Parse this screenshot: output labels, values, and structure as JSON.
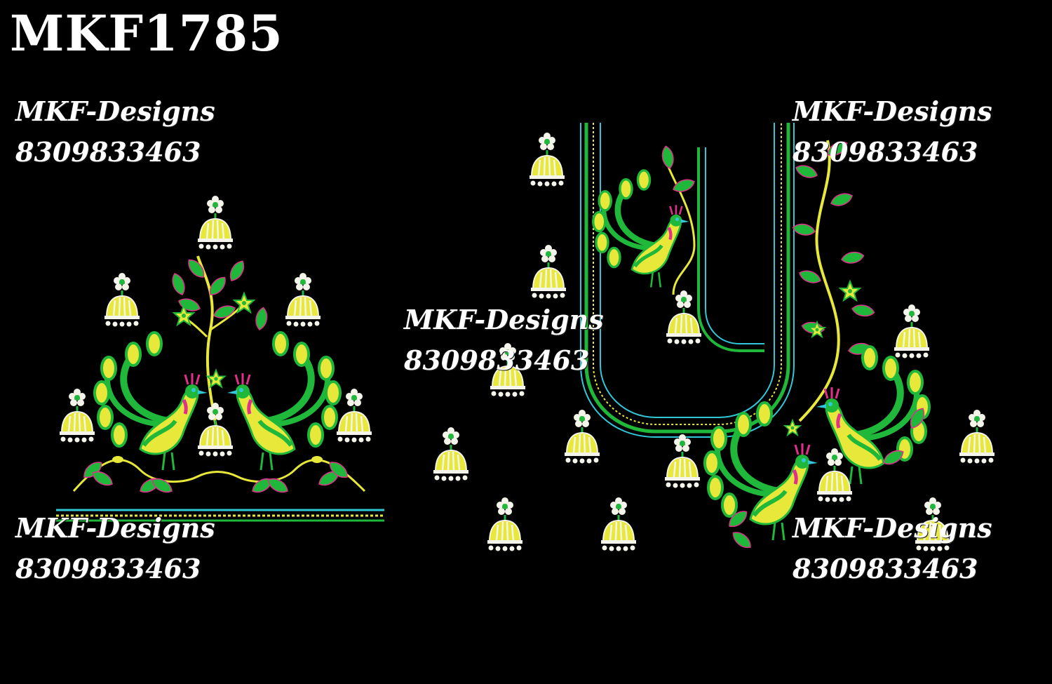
{
  "design_code": "MKF1785",
  "watermarks": [
    {
      "name": "MKF-Designs",
      "phone": "8309833463"
    },
    {
      "name": "MKF-Designs",
      "phone": "8309833463"
    },
    {
      "name": "MKF-Designs",
      "phone": "8309833463"
    },
    {
      "name": "MKF-Designs",
      "phone": "8309833463"
    },
    {
      "name": "MKF-Designs",
      "phone": "8309833463"
    }
  ],
  "colors": {
    "background": "#000000",
    "leaf_green": "#1fb83a",
    "yellow": "#e8e83a",
    "pink": "#e0308c",
    "cyan": "#30c8d8",
    "pearl": "#f4f4ea"
  }
}
